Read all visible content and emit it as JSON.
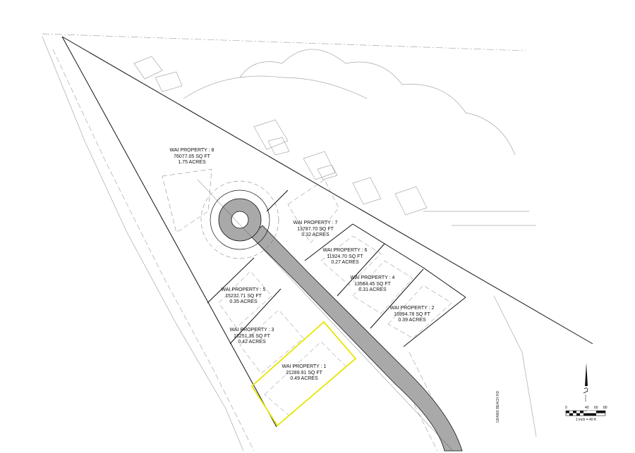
{
  "lots": [
    {
      "name": "WAI PROPERTY : 8",
      "area": "76077.05 SQ FT",
      "acres": "1.75 ACRES"
    },
    {
      "name": "WAI PROPERTY : 7",
      "area": "13787.70 SQ FT",
      "acres": "0.32 ACRES"
    },
    {
      "name": "WAI PROPERTY : 6",
      "area": "11924.70 SQ FT",
      "acres": "0.27 ACRES"
    },
    {
      "name": "WAI PROPERTY : 4",
      "area": "13564.45 SQ FT",
      "acres": "0.31 ACRES"
    },
    {
      "name": "WAI PROPERTY : 5",
      "area": "15232.71 SQ FT",
      "acres": "0.35 ACRES"
    },
    {
      "name": "WAI PROPERTY : 2",
      "area": "16994.78 SQ FT",
      "acres": "0.39 ACRES"
    },
    {
      "name": "WAI PROPERTY : 3",
      "area": "18251.36 SQ FT",
      "acres": "0.42 ACRES"
    },
    {
      "name": "WAI PROPERTY : 1",
      "area": "21289.91 SQ FT",
      "acres": "0.49 ACRES"
    }
  ],
  "highlighted_lot": "WAI PROPERTY : 1",
  "street_label": "GRAND BEACH RD",
  "scale": {
    "ticks": [
      "0",
      "40",
      "60",
      "80"
    ],
    "caption": "1 inch = 40 ft"
  },
  "colors": {
    "highlight": "#e6e600",
    "road": "#a9a9a9",
    "lines": "#111111",
    "context": "#9a9a9a"
  }
}
